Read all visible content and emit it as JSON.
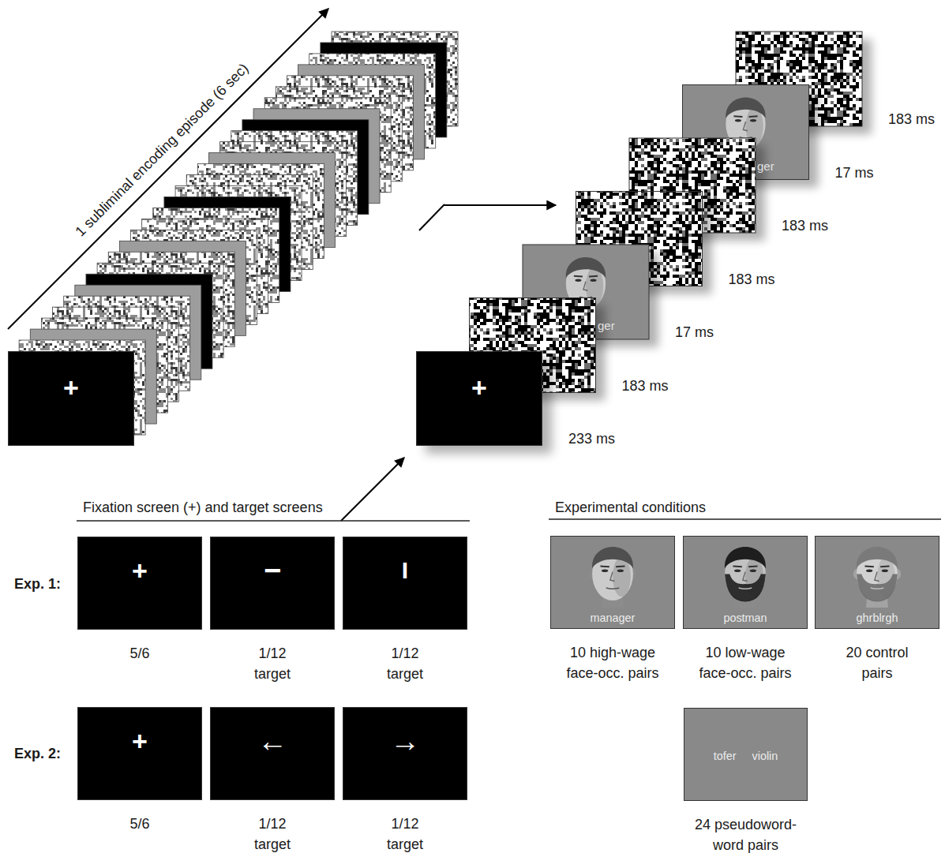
{
  "diagram": {
    "nodes": [
      {
        "text": [
          "+"
        ]
      },
      {
        "text": [
          "+"
        ]
      },
      {
        "text": [
          "+",
          "5/6"
        ]
      },
      {
        "text": [
          "−",
          "1/12 target"
        ]
      },
      {
        "text": [
          "I",
          "1/12 target"
        ]
      },
      {
        "text": [
          "+",
          "5/6"
        ]
      },
      {
        "text": [
          "←",
          "1/12 target"
        ]
      },
      {
        "text": [
          "→",
          "1/12 target"
        ]
      },
      {
        "text": [
          "manager",
          "10 high-wage face-occ. pairs"
        ]
      },
      {
        "text": [
          "postman",
          "10 low-wage face-occ. pairs"
        ]
      },
      {
        "text": [
          "ghrblrgh",
          "20 control pairs"
        ]
      },
      {
        "text": [
          "tofer",
          "violin",
          "24 pseudoword- word pairs"
        ]
      }
    ],
    "labels": [
      "1 subliminal encoding episode (6 sec)",
      "183 ms",
      "17 ms",
      "183 ms",
      "183 ms",
      "17 ms",
      "183 ms",
      "233 ms",
      "ger",
      "ger",
      "Fixation screen (+) and target screens",
      "Experimental conditions",
      "Exp. 1:",
      "Exp. 2:"
    ]
  }
}
